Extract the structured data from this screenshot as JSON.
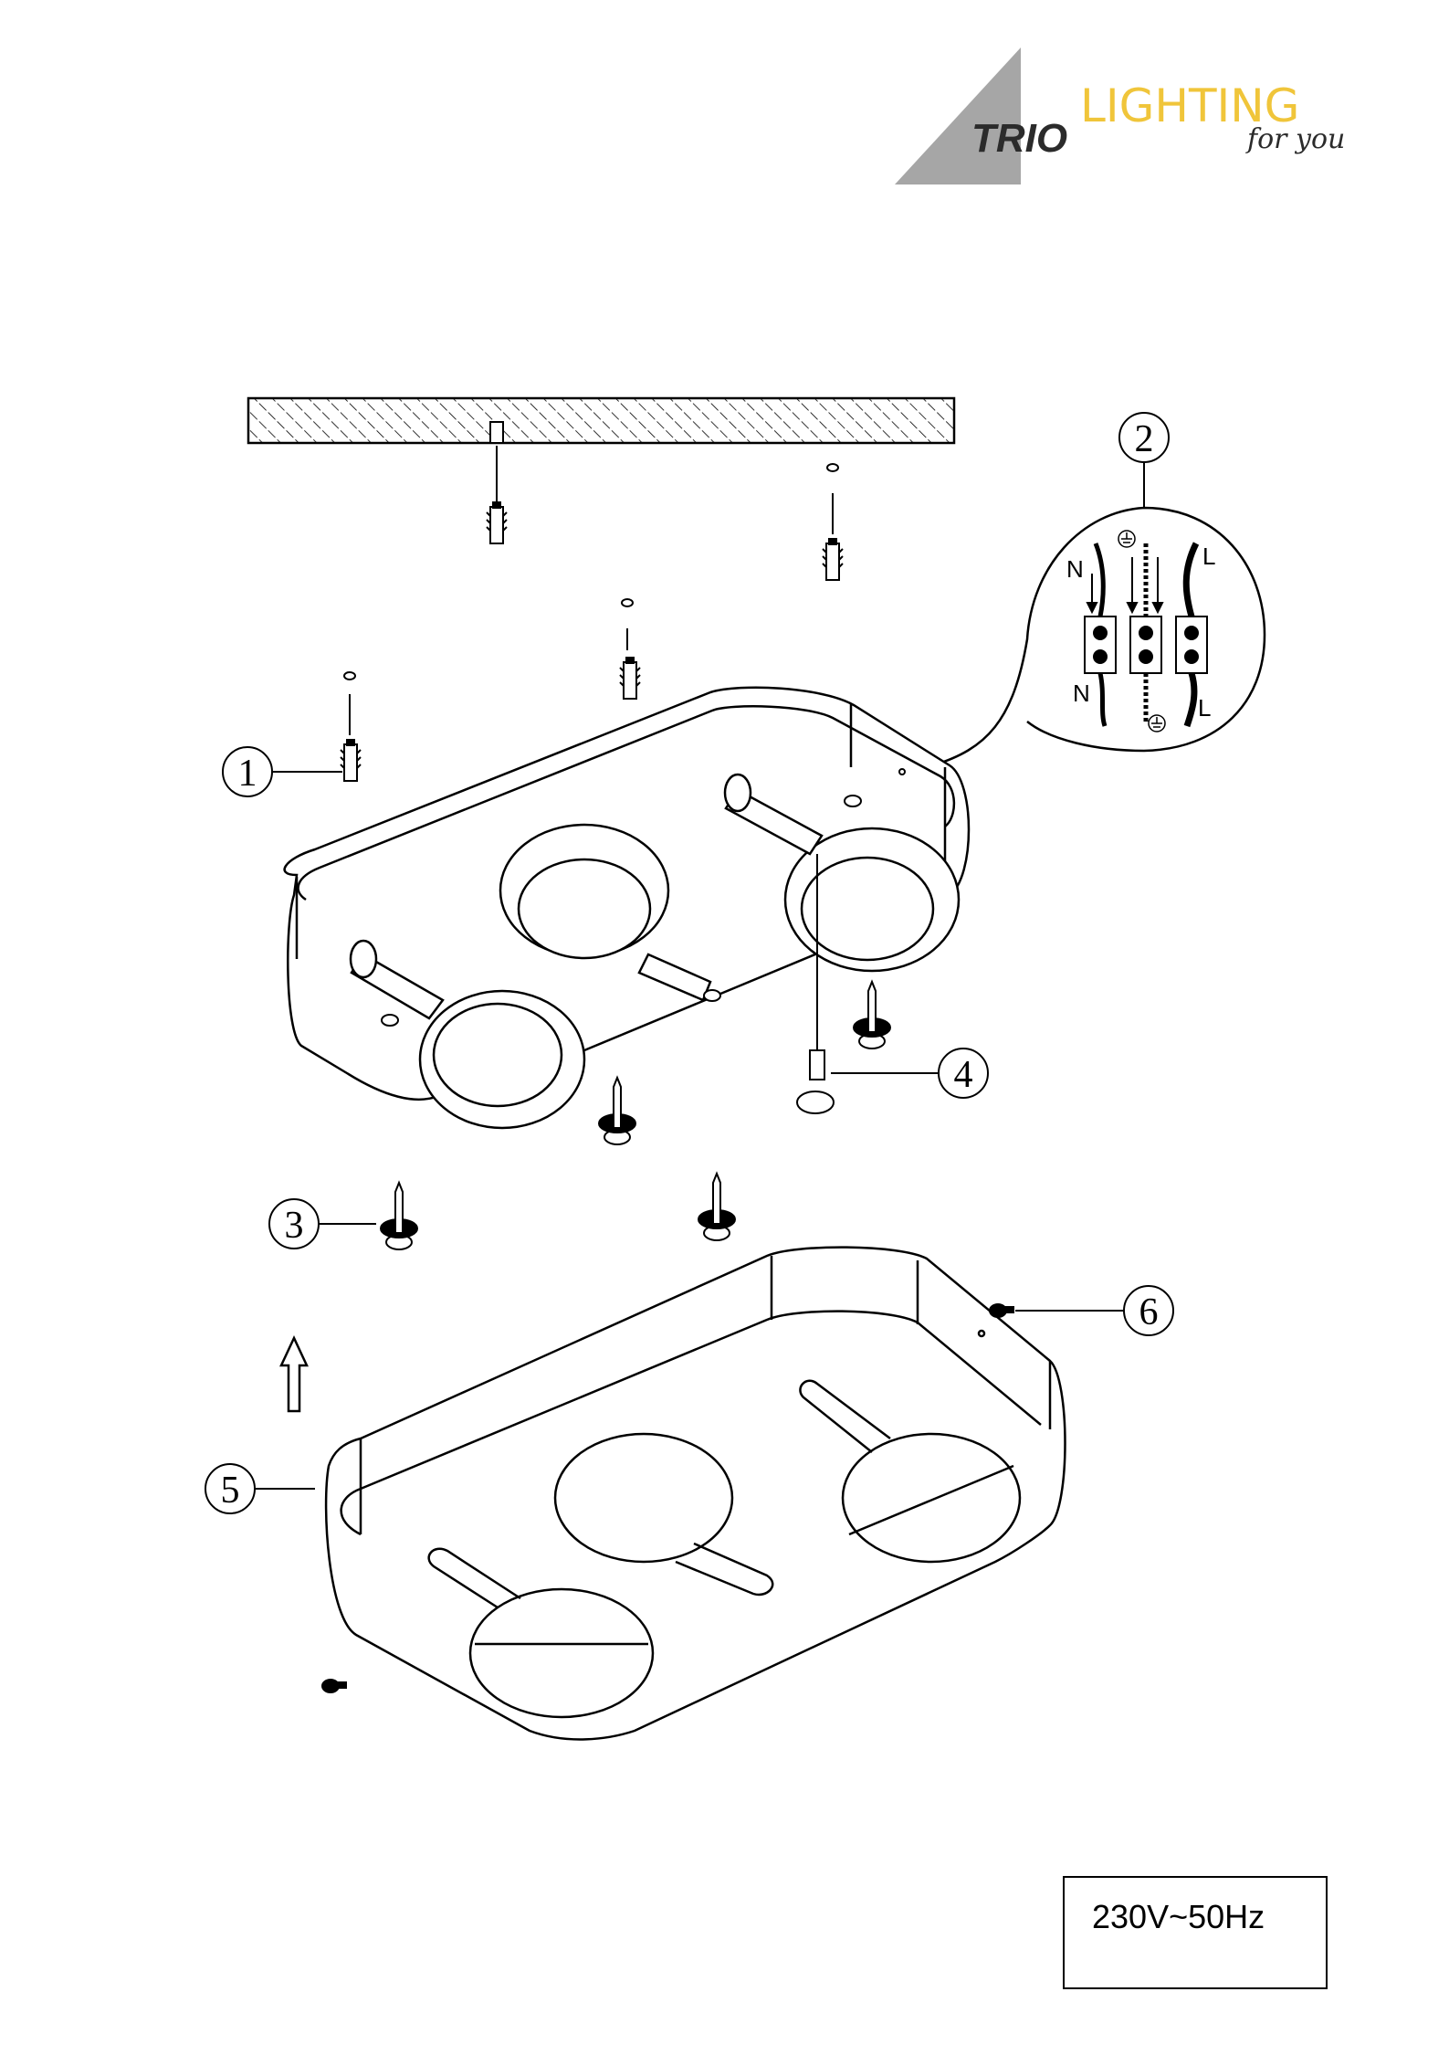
{
  "logo": {
    "brand": "TRIO",
    "wordmark": "LIGHTING",
    "tagline": "for you",
    "colors": {
      "triangle": "#a6a6a6",
      "wordmark": "#f0c53a",
      "brand": "#2b2b2b"
    }
  },
  "callouts": [
    "1",
    "2",
    "3",
    "4",
    "5",
    "6"
  ],
  "wiring": {
    "neutral_top": "N",
    "live_top": "L",
    "neutral_bottom": "N",
    "live_bottom": "L"
  },
  "rating": "230V~50Hz"
}
